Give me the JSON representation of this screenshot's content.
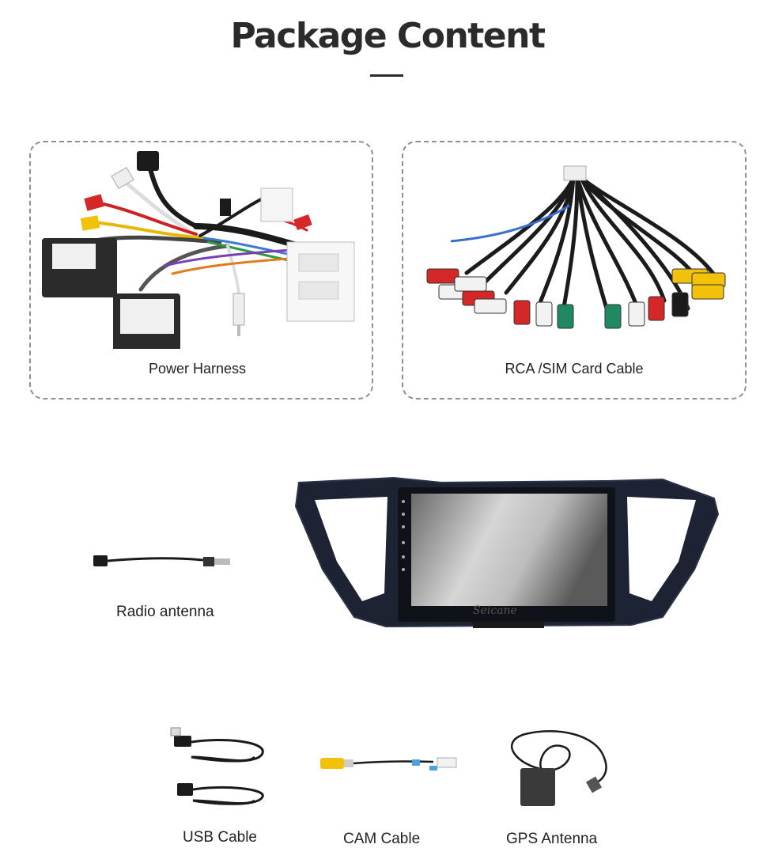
{
  "header": {
    "title": "Package Content"
  },
  "items": {
    "power_harness": {
      "label": "Power Harness"
    },
    "rca_sim_cable": {
      "label": "RCA /SIM Card Cable"
    },
    "radio_antenna": {
      "label": "Radio antenna"
    },
    "usb_cable": {
      "label": "USB Cable"
    },
    "cam_cable": {
      "label": "CAM Cable"
    },
    "gps_antenna": {
      "label": "GPS Antenna"
    }
  },
  "head_unit": {
    "brand": "Seicane"
  },
  "colors": {
    "red": "#d42727",
    "white": "#f2f2f2",
    "yellow": "#f2c20b",
    "green": "#1f8a62",
    "black": "#1b1b1b",
    "frame": "#252a3a"
  }
}
